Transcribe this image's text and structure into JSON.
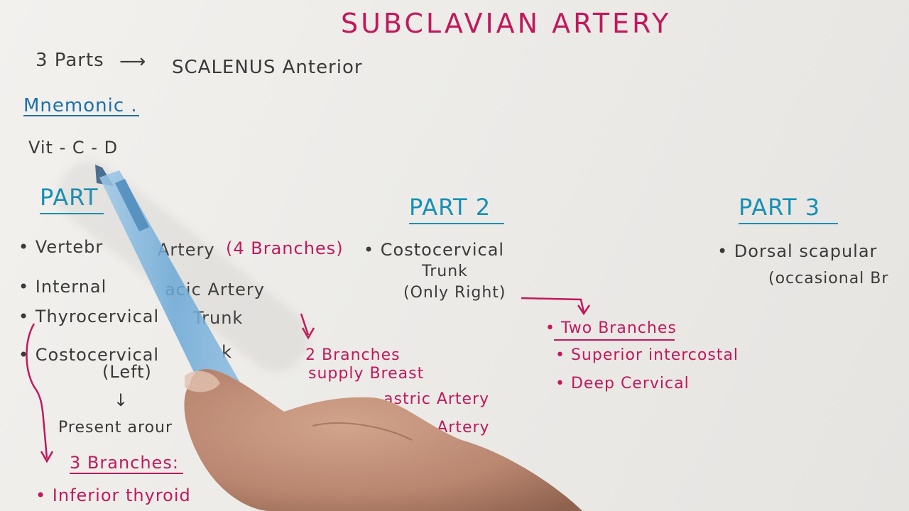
{
  "title": "SUBCLAVIAN ARTERY",
  "intro": {
    "parts_label": "3 Parts",
    "arrow": "⟶",
    "muscle": "SCALENUS Anterior"
  },
  "mnemonic": {
    "label": "Mnemonic .",
    "value": "Vit - C - D"
  },
  "part1": {
    "heading": "PART",
    "items": [
      "• Vertebr",
      "Artery",
      "(4 Branches)",
      "• Internal",
      "acic Artery",
      "• Thyrocervical",
      "Trunk",
      "• Costocervical",
      "k",
      "(Left)",
      "Present arour",
      "3 Branches:",
      "• Inferior thyroid"
    ],
    "down_arrow": "↓"
  },
  "internal_thoracic_note": {
    "line1": "2 Branches",
    "line2": "supply Breast",
    "line3": "astric Artery",
    "line4": "renic Artery"
  },
  "part2": {
    "heading": "PART 2",
    "trunk_line1": "• Costocervical",
    "trunk_line2": "Trunk",
    "trunk_line3": "(Only Right)",
    "branches_label": "• Two Branches",
    "branch1": "• Superior intercostal",
    "branch2": "• Deep Cervical"
  },
  "part3": {
    "heading": "PART 3",
    "item1": "• Dorsal scapular",
    "item2": "(occasional Br"
  },
  "colors": {
    "paper": "#eceae7",
    "ink_dark": "#3a3a3a",
    "ink_pink": "#c2185b",
    "ink_blue": "#1e6fa8",
    "ink_teal": "#1690b5"
  }
}
